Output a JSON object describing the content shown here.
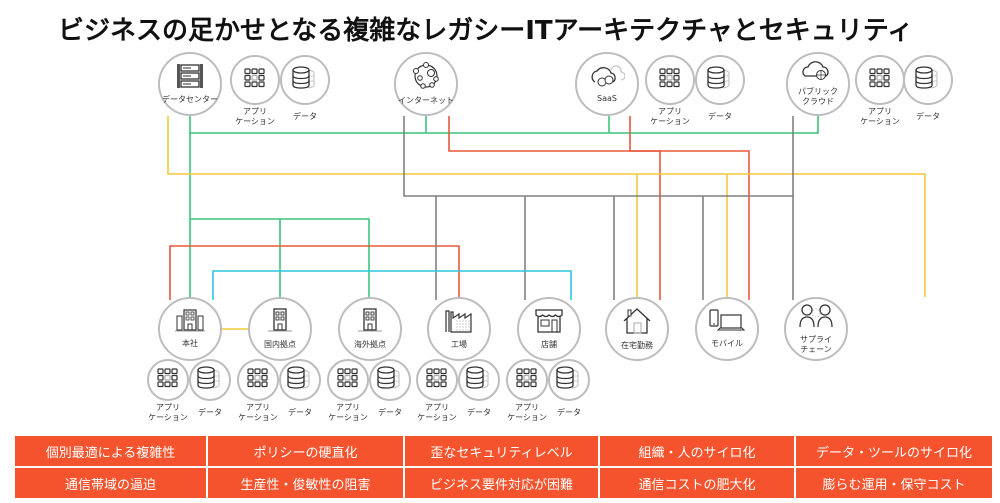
{
  "title": "ビジネスの足かせとなる複雑なレガシーITアーキテクチャとセキュリティ",
  "colors": {
    "green": "#3cc47c",
    "red": "#e8583a",
    "yellow": "#f2c93a",
    "gray": "#808080",
    "cyan": "#2ec6e0",
    "accent_orange": "#f5532d",
    "circle_border": "#bdbdbd"
  },
  "top_nodes": [
    {
      "id": "datacenter",
      "label": "データセンター",
      "icon": "server-rack-icon",
      "apps": true
    },
    {
      "id": "internet",
      "label": "インターネット",
      "icon": "network-globe-icon",
      "apps": false
    },
    {
      "id": "saas",
      "label": "SaaS",
      "icon": "cloud-gears-icon",
      "apps": true
    },
    {
      "id": "public_cloud",
      "label": "パブリック\nクラウド",
      "label_lines": [
        "パブリック",
        "クラウド"
      ],
      "icon": "cloud-globe-icon",
      "apps": true
    }
  ],
  "bottom_nodes": [
    {
      "id": "hq",
      "label": "本社",
      "icon": "office-building-icon",
      "apps": true
    },
    {
      "id": "domestic",
      "label": "国内拠点",
      "icon": "building-icon",
      "apps": true
    },
    {
      "id": "overseas",
      "label": "海外拠点",
      "icon": "building-icon",
      "apps": true
    },
    {
      "id": "factory",
      "label": "工場",
      "icon": "factory-icon",
      "apps": true
    },
    {
      "id": "store",
      "label": "店舗",
      "icon": "store-icon",
      "apps": true
    },
    {
      "id": "home",
      "label": "在宅勤務",
      "icon": "house-icon",
      "apps": false
    },
    {
      "id": "mobile",
      "label": "モバイル",
      "icon": "phone-laptop-icon",
      "apps": false
    },
    {
      "id": "supply",
      "label": "サプライ\nチェーン",
      "label_lines": [
        "サプライ",
        "チェーン"
      ],
      "icon": "people-icon",
      "apps": false
    }
  ],
  "sub_labels": {
    "app": [
      "アプリ",
      "ケーション"
    ],
    "data": "データ"
  },
  "problems": [
    [
      "個別最適による複雑性",
      "ポリシーの硬直化",
      "歪なセキュリティレベル",
      "組織・人のサイロ化",
      "データ・ツールのサイロ化"
    ],
    [
      "通信帯域の逼迫",
      "生産性・俊敏性の阻害",
      "ビジネス要件対応が困難",
      "通信コストの肥大化",
      "膨らむ運用・保守コスト"
    ]
  ]
}
